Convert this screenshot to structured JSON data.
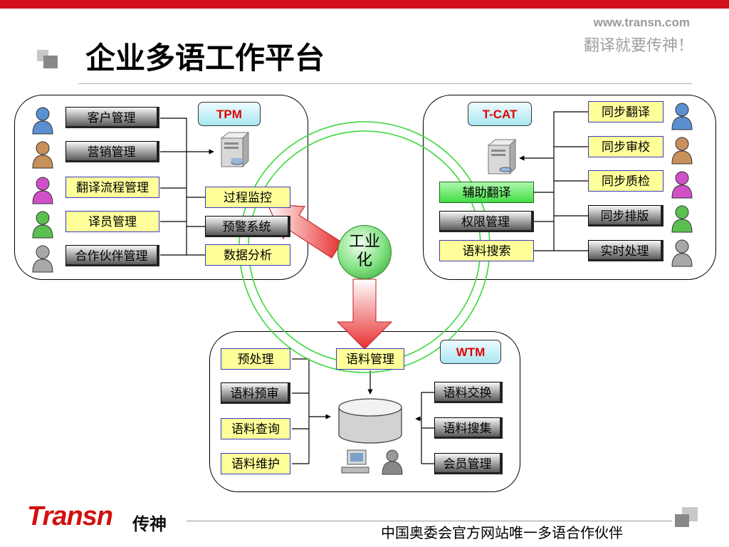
{
  "header": {
    "url": "www.transn.com",
    "slogan": "翻译就要传神！",
    "title": "企业多语工作平台"
  },
  "center": {
    "line1": "工业",
    "line2": "化"
  },
  "tpm": {
    "tag": "TPM",
    "left_items": [
      "客户管理",
      "营销管理",
      "翻译流程管理",
      "译员管理",
      "合作伙伴管理"
    ],
    "right_items": [
      "过程监控",
      "预警系统",
      "数据分析"
    ]
  },
  "tcat": {
    "tag": "T-CAT",
    "left_items": [
      "辅助翻译",
      "权限管理",
      "语料搜索"
    ],
    "right_items": [
      "同步翻译",
      "同步审校",
      "同步质检",
      "同步排版",
      "实时处理"
    ]
  },
  "wtm": {
    "tag": "WTM",
    "top_item": "语料管理",
    "left_items": [
      "预处理",
      "语料预审",
      "语料查询",
      "语料维护"
    ],
    "right_items": [
      "语料交换",
      "语料搜集",
      "会员管理"
    ]
  },
  "footer": {
    "logo_text": "Transn",
    "logo_cn": "传神",
    "text": "中国奥委会官方网站唯一多语合作伙伴"
  },
  "colors": {
    "accent_red": "#d0101a",
    "person_colors": [
      "#5a8fd0",
      "#c8905a",
      "#d050c8",
      "#5cc050",
      "#a8a8a8"
    ]
  },
  "icons": [
    "person-icon",
    "server-icon",
    "database-icon",
    "computer-icon",
    "arrow-icon"
  ]
}
